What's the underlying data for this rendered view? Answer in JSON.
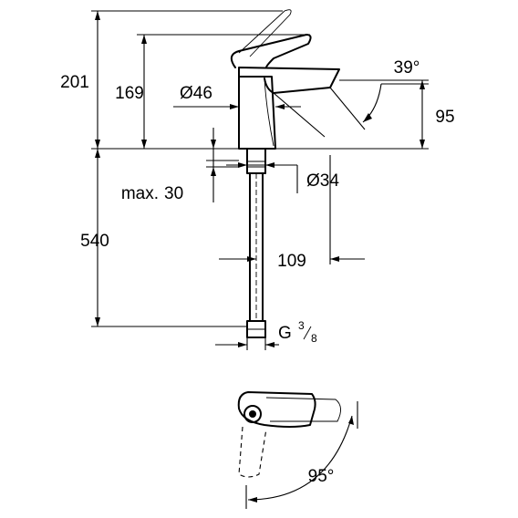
{
  "dimensions": {
    "total_height": "201",
    "spout_height": "169",
    "body_diameter": "Ø46",
    "lever_angle": "39°",
    "spout_clearance": "95",
    "max_thickness_prefix": "max.",
    "max_thickness_value": "30",
    "hole_diameter": "Ø34",
    "projection": "109",
    "hose_length": "540",
    "thread_prefix": "G",
    "thread_numerator": "3",
    "thread_denominator": "8",
    "rotation_angle": "95°"
  }
}
